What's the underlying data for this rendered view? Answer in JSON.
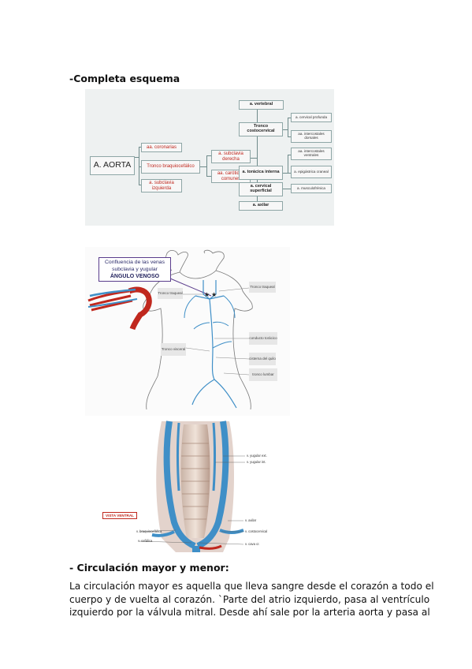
{
  "section1": {
    "title": "-Completa esquema"
  },
  "aorta_diagram": {
    "root": "A. AORTA",
    "level1": [
      "aa. coronarias",
      "Tronco braquiocefálico",
      "a. subclavia izquierda"
    ],
    "level2": [
      "a. subclavia derecha",
      "aa. carótidas comunes"
    ],
    "level3": [
      "a. vertebral",
      "Tronco costocervical",
      "a. torácica interna",
      "a. cervical superficial",
      "a. axilar"
    ],
    "level4": [
      "a. cervical profunda",
      "aa. intercostales dorsales",
      "aa. intercostales ventrales",
      "a. epigástrica craneal",
      "a. musculofrénica"
    ]
  },
  "veins_figure": {
    "callout": {
      "line1": "Confluencia de las venas",
      "line2": "subclavia y yugular",
      "line3": "ÁNGULO VENOSO"
    },
    "labels": {
      "left_top": "Tronco traqueal",
      "right_top": "Tronco traqueal",
      "right_mid": "conducto torácico",
      "left_mid": "Tronco visceral",
      "right_cistern": "cisterna del quilo",
      "right_bottom": "tronco lumbar"
    }
  },
  "dissection_figure": {
    "view_label": "VISTA VENTRAL",
    "labels": {
      "r1": "v. yugular ext.",
      "r2": "v. yugular int.",
      "r3": "v. axilar",
      "r4": "v. costocervical",
      "r5": "v. cava cr.",
      "l1": "v. braquiocefálica",
      "l2": "v. cefálica"
    }
  },
  "section2": {
    "title": "- Circulación mayor y menor:",
    "lines": [
      "La circulación mayor es aquella que lleva sangre desde el corazón a todo el",
      "cuerpo y de vuelta al corazón. `Parte del atrio izquierdo, pasa al ventrículo",
      "izquierdo por la válvula mitral. Desde ahí sale por la arteria aorta y pasa al"
    ]
  },
  "colors": {
    "vein_blue": "#3f8fc7",
    "artery_red": "#c0281e",
    "box_border": "#8ea6a6"
  }
}
